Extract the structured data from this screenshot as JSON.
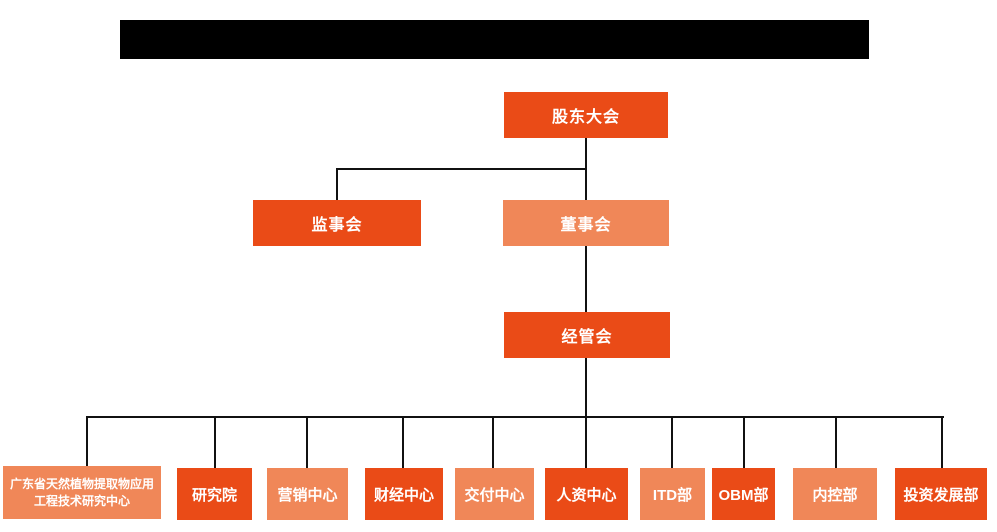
{
  "colors": {
    "primary": "#EA4B17",
    "secondary": "#F08758",
    "connector": "#111111",
    "text": "#ffffff",
    "redaction": "#000000"
  },
  "title_bar": {
    "type": "redacted-black-bar",
    "text": ""
  },
  "org_chart": {
    "nodes": {
      "shareholders": {
        "label": "股东大会",
        "variant": "primary"
      },
      "supervisory": {
        "label": "监事会",
        "variant": "primary"
      },
      "board": {
        "label": "董事会",
        "variant": "secondary"
      },
      "management": {
        "label": "经管会",
        "variant": "primary"
      }
    },
    "departments": [
      {
        "label": "广东省天然植物提取物应用工程技术研究中心",
        "variant": "secondary"
      },
      {
        "label": "研究院",
        "variant": "primary"
      },
      {
        "label": "营销中心",
        "variant": "secondary"
      },
      {
        "label": "财经中心",
        "variant": "primary"
      },
      {
        "label": "交付中心",
        "variant": "secondary"
      },
      {
        "label": "人资中心",
        "variant": "primary"
      },
      {
        "label": "ITD部",
        "variant": "secondary"
      },
      {
        "label": "OBM部",
        "variant": "primary"
      },
      {
        "label": "内控部",
        "variant": "secondary"
      },
      {
        "label": "投资发展部",
        "variant": "primary"
      }
    ]
  }
}
